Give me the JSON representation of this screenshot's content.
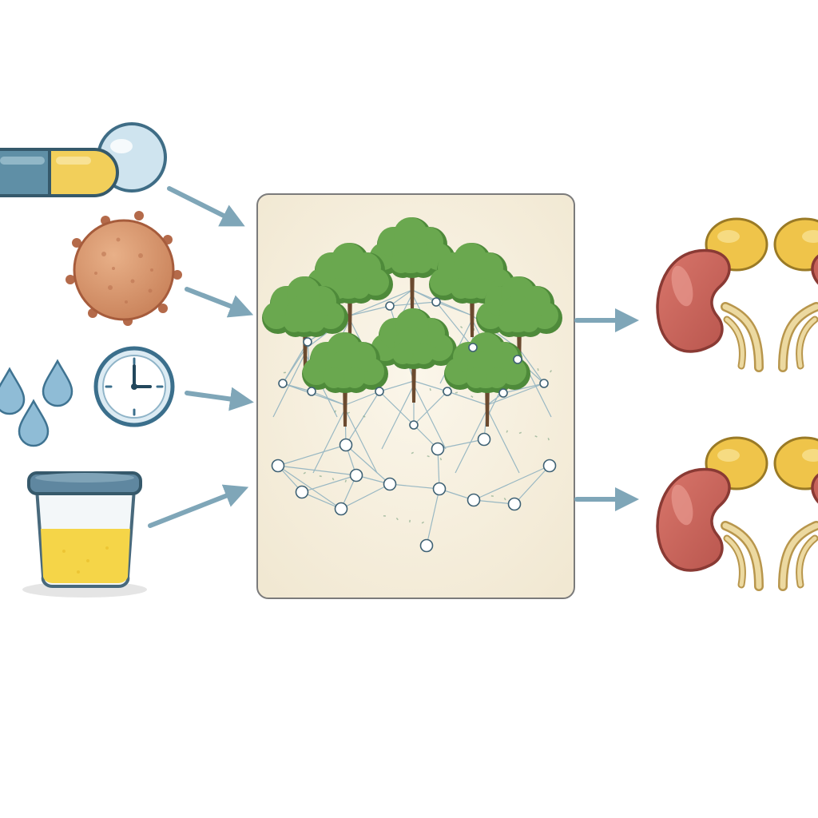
{
  "diagram": {
    "inputs": [
      {
        "id": "capsule",
        "icon": "pill-capsule-icon"
      },
      {
        "id": "cell",
        "icon": "cell-icon"
      },
      {
        "id": "drops-clock",
        "icon": "drops-and-clock-icon"
      },
      {
        "id": "urine-cup",
        "icon": "urine-sample-cup-icon"
      }
    ],
    "model": {
      "icon": "random-forest-network-icon",
      "trees": 8
    },
    "outputs": [
      {
        "id": "top",
        "icon": "kidney-pair-icon"
      },
      {
        "id": "bottom",
        "icon": "kidney-pair-icon"
      }
    ]
  },
  "colors": {
    "arrow": "#7fa6b8",
    "panel_fill": "#f6efdf",
    "panel_stroke": "#7b7b7b",
    "tree_canopy": "#6aa84f",
    "tree_canopy_dark": "#4e8a3a",
    "tree_trunk": "#6b4a2f",
    "network_line": "#8fb2c0",
    "kidney": "#c9655c",
    "adrenal": "#efc44a",
    "ureter": "#ecd9a0",
    "liquid": "#f5d548",
    "cup_lid": "#5f87a0",
    "cell": "#d9976a",
    "drop": "#8fbcd6"
  }
}
